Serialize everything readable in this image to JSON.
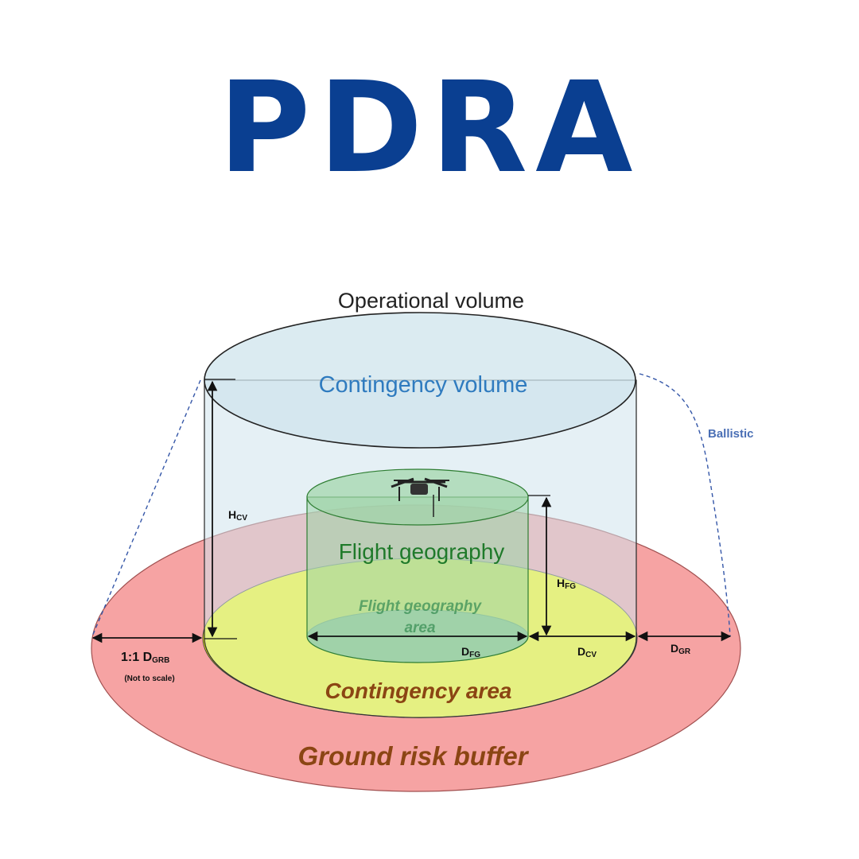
{
  "title": "PDRA",
  "colors": {
    "title": "#0a3f91",
    "ground_risk_buffer": "#f6a3a3",
    "contingency_area": "#ffff00",
    "flight_geography_area": "#6ab85e",
    "contingency_volume": "#cfe4ec",
    "flight_geography_volume": "#9fd4a8",
    "contingency_volume_text": "#2f7bbf",
    "flight_geography_text": "#1f7a2a",
    "area_text": "#8b4513",
    "ballistic_text": "#4a6fb5"
  },
  "labels": {
    "operational_volume": "Operational volume",
    "contingency_volume": "Contingency volume",
    "flight_geography": "Flight geography",
    "flight_geography_area_line1": "Flight geography",
    "flight_geography_area_line2": "area",
    "contingency_area": "Contingency area",
    "ground_risk_buffer": "Ground risk buffer",
    "ballistic": "Ballistic",
    "not_to_scale": "(Not to scale)"
  },
  "dimensions": {
    "h_cv": {
      "main": "H",
      "sub": "CV"
    },
    "h_fg": {
      "main": "H",
      "sub": "FG"
    },
    "d_fg": {
      "main": "D",
      "sub": "FG"
    },
    "d_cv": {
      "main": "D",
      "sub": "CV"
    },
    "d_gr": {
      "main": "D",
      "sub": "GR"
    },
    "d_grb": {
      "prefix": "1:1 D",
      "sub": "GRB"
    }
  }
}
